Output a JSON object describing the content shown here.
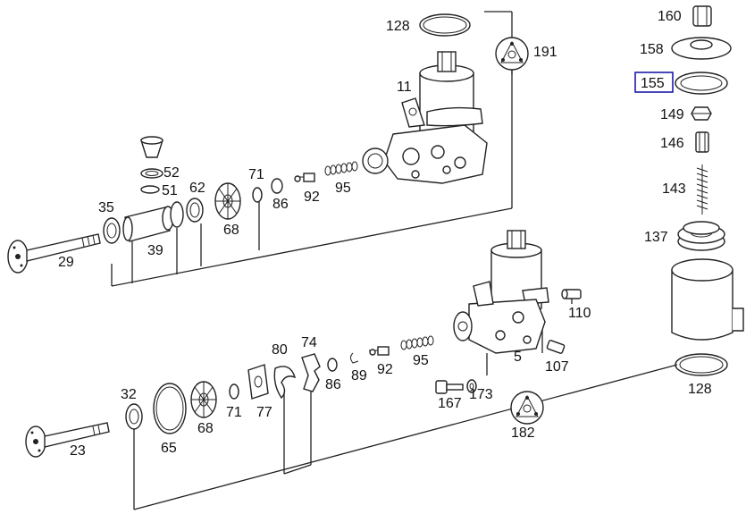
{
  "diagram": {
    "highlighted": "155",
    "highlight_color": "#1a1aa8",
    "labels": {
      "p128a": "128",
      "p191": "191",
      "p11": "11",
      "p52": "52",
      "p51": "51",
      "p35": "35",
      "p62": "62",
      "p71a": "71",
      "p86a": "86",
      "p92a": "92",
      "p95a": "95",
      "p39": "39",
      "p68a": "68",
      "p29": "29",
      "p160": "160",
      "p158": "158",
      "p155": "155",
      "p149": "149",
      "p146": "146",
      "p143": "143",
      "p137": "137",
      "p110": "110",
      "p5": "5",
      "p107": "107",
      "p80": "80",
      "p74": "74",
      "p86b": "86",
      "p89": "89",
      "p92b": "92",
      "p95b": "95",
      "p32": "32",
      "p65": "65",
      "p68b": "68",
      "p71b": "71",
      "p77": "77",
      "p167": "167",
      "p173": "173",
      "p182": "182",
      "p23": "23",
      "p128b": "128"
    }
  }
}
